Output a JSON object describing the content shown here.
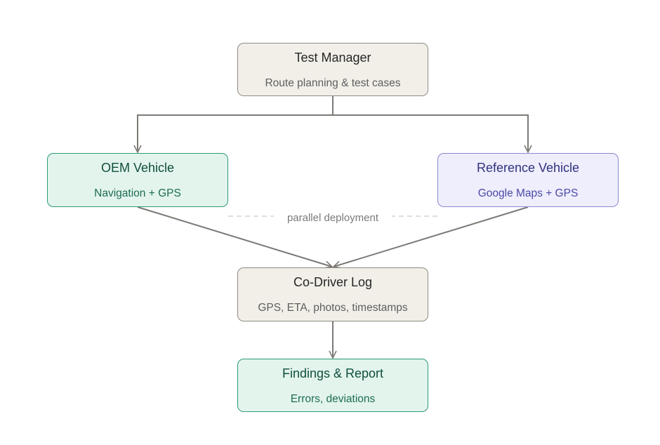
{
  "diagram": {
    "colors": {
      "neutral_fill": "#f2efe9",
      "green_fill": "#e3f4ed",
      "purple_fill": "#eeeefc",
      "edge": "#7d7a76"
    },
    "nodes": {
      "test_manager": {
        "title": "Test Manager",
        "subtitle": "Route planning & test cases"
      },
      "oem_vehicle": {
        "title": "OEM Vehicle",
        "subtitle": "Navigation + GPS"
      },
      "reference_vehicle": {
        "title": "Reference Vehicle",
        "subtitle": "Google Maps + GPS"
      },
      "co_driver_log": {
        "title": "Co-Driver Log",
        "subtitle": "GPS, ETA, photos, timestamps"
      },
      "findings_report": {
        "title": "Findings & Report",
        "subtitle": "Errors, deviations"
      }
    },
    "edges": [
      {
        "from": "test_manager",
        "to": "oem_vehicle"
      },
      {
        "from": "test_manager",
        "to": "reference_vehicle"
      },
      {
        "from": "oem_vehicle",
        "to": "co_driver_log"
      },
      {
        "from": "reference_vehicle",
        "to": "co_driver_log"
      },
      {
        "from": "co_driver_log",
        "to": "findings_report"
      }
    ],
    "parallel_label": "parallel deployment"
  }
}
